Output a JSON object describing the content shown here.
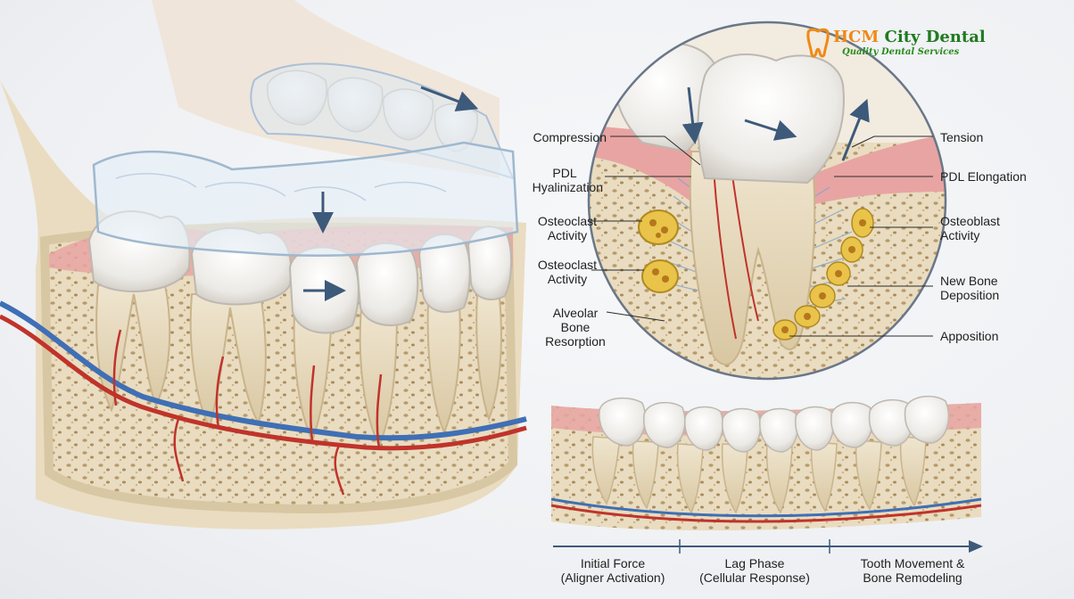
{
  "brand": {
    "name_part1": "HCM",
    "name_part2": " City Dental",
    "tagline": "Quality Dental Services",
    "colors": {
      "orange": "#f08a14",
      "green": "#1f7a1f"
    }
  },
  "labels_left": {
    "compression": "Compression",
    "pdl_hyal_1": "PDL",
    "pdl_hyal_2": "Hyalinization",
    "osteoclast1_1": "Osteoclast",
    "osteoclast1_2": "Activity",
    "osteoclast2_1": "Osteoclast",
    "osteoclast2_2": "Activity",
    "resorption_1": "Alveolar",
    "resorption_2": "Bone",
    "resorption_3": "Resorption"
  },
  "labels_right": {
    "tension": "Tension",
    "pdl_elongation": "PDL Elongation",
    "osteoblast_1": "Osteoblast",
    "osteoblast_2": "Activity",
    "newbone_1": "New Bone",
    "newbone_2": "Deposition",
    "apposition": "Apposition"
  },
  "timeline": {
    "stage1_line1": "Initial Force",
    "stage1_line2": "(Aligner Activation)",
    "stage2_line1": "Lag Phase",
    "stage2_line2": "(Cellular Response)",
    "stage3_line1": "Tooth Movement &",
    "stage3_line2": "Bone Remodeling"
  },
  "icons": [
    "tooth-logo-icon",
    "direction-arrow-icon"
  ],
  "colors": {
    "bone": "#e8dcc4",
    "gum": "#e9a8a8",
    "artery": "#c0332b",
    "vein": "#3f6fb5",
    "tooth": "#f4f2ee",
    "arrow": "#3d5a7a"
  }
}
